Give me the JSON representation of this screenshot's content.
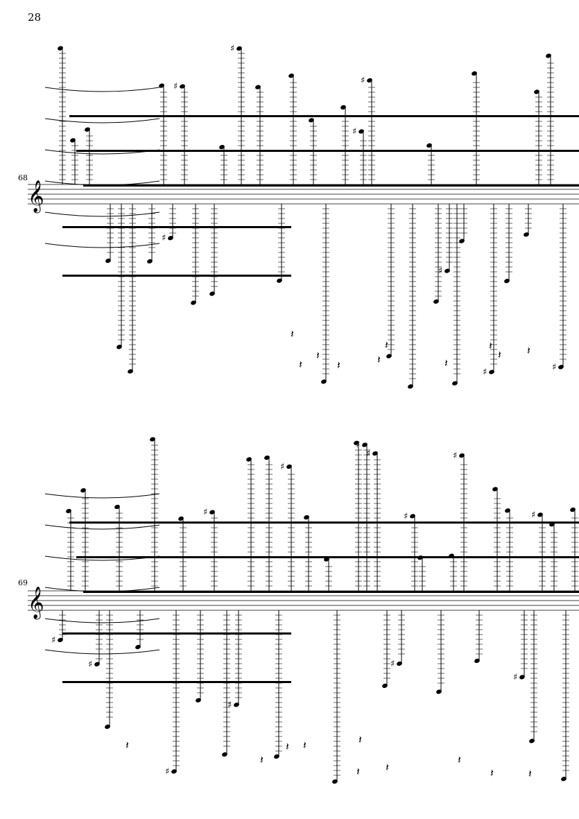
{
  "page": {
    "number": "28"
  },
  "systems": [
    {
      "measure": "68",
      "clef": "treble-clef-icon"
    },
    {
      "measure": "69",
      "clef": "treble-clef-icon"
    }
  ],
  "colors": {
    "ink": "#000000",
    "paper": "#ffffff"
  }
}
